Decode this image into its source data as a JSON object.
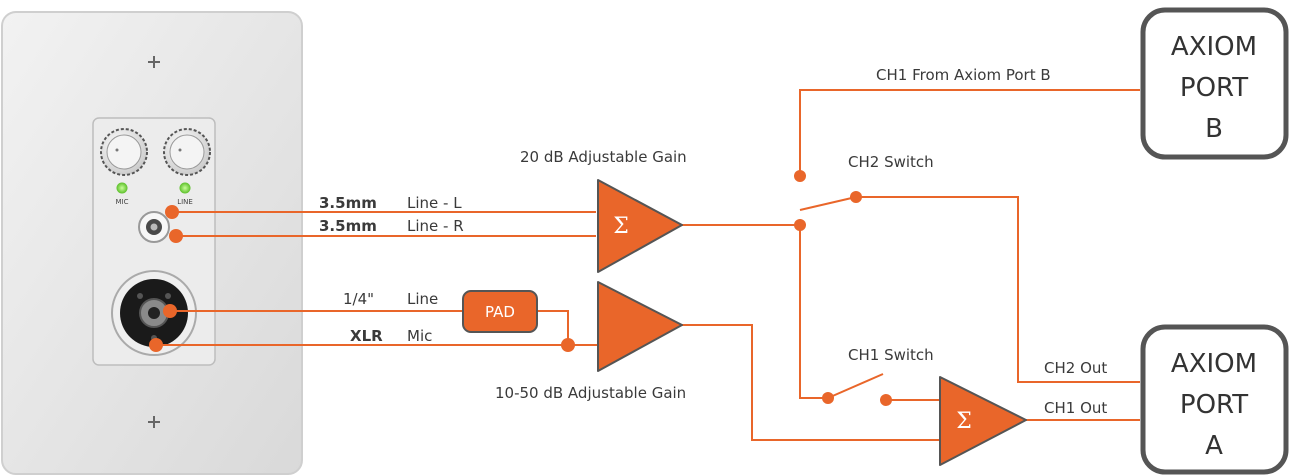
{
  "colors": {
    "accent": "#e9662a",
    "led": "#7ed957",
    "plate": "#e6e6e6",
    "port_border": "#555555"
  },
  "wall_plate": {
    "knob_labels": [
      "MIC",
      "LINE"
    ],
    "icons": [
      "screw-icon",
      "knob-icon",
      "led-icon",
      "minijack-icon",
      "combo-jack-icon"
    ]
  },
  "inputs": {
    "line_l": {
      "connector": "3.5mm",
      "label": "Line - L"
    },
    "line_r": {
      "connector": "3.5mm",
      "label": "Line - R"
    },
    "quarter": {
      "connector": "1/4\"",
      "label": "Line"
    },
    "xlr": {
      "connector": "XLR",
      "label": "Mic"
    }
  },
  "blocks": {
    "pad": "PAD",
    "sum_symbol": "Σ",
    "gain_top": "20 dB Adjustable Gain",
    "gain_bottom": "10-50 dB Adjustable Gain"
  },
  "routing": {
    "ch1_from_b": "CH1 From Axiom Port B",
    "ch2_switch": "CH2 Switch",
    "ch1_switch": "CH1 Switch",
    "ch2_out": "CH2 Out",
    "ch1_out": "CH1 Out"
  },
  "ports": {
    "b": [
      "AXIOM",
      "PORT",
      "B"
    ],
    "a": [
      "AXIOM",
      "PORT",
      "A"
    ]
  }
}
